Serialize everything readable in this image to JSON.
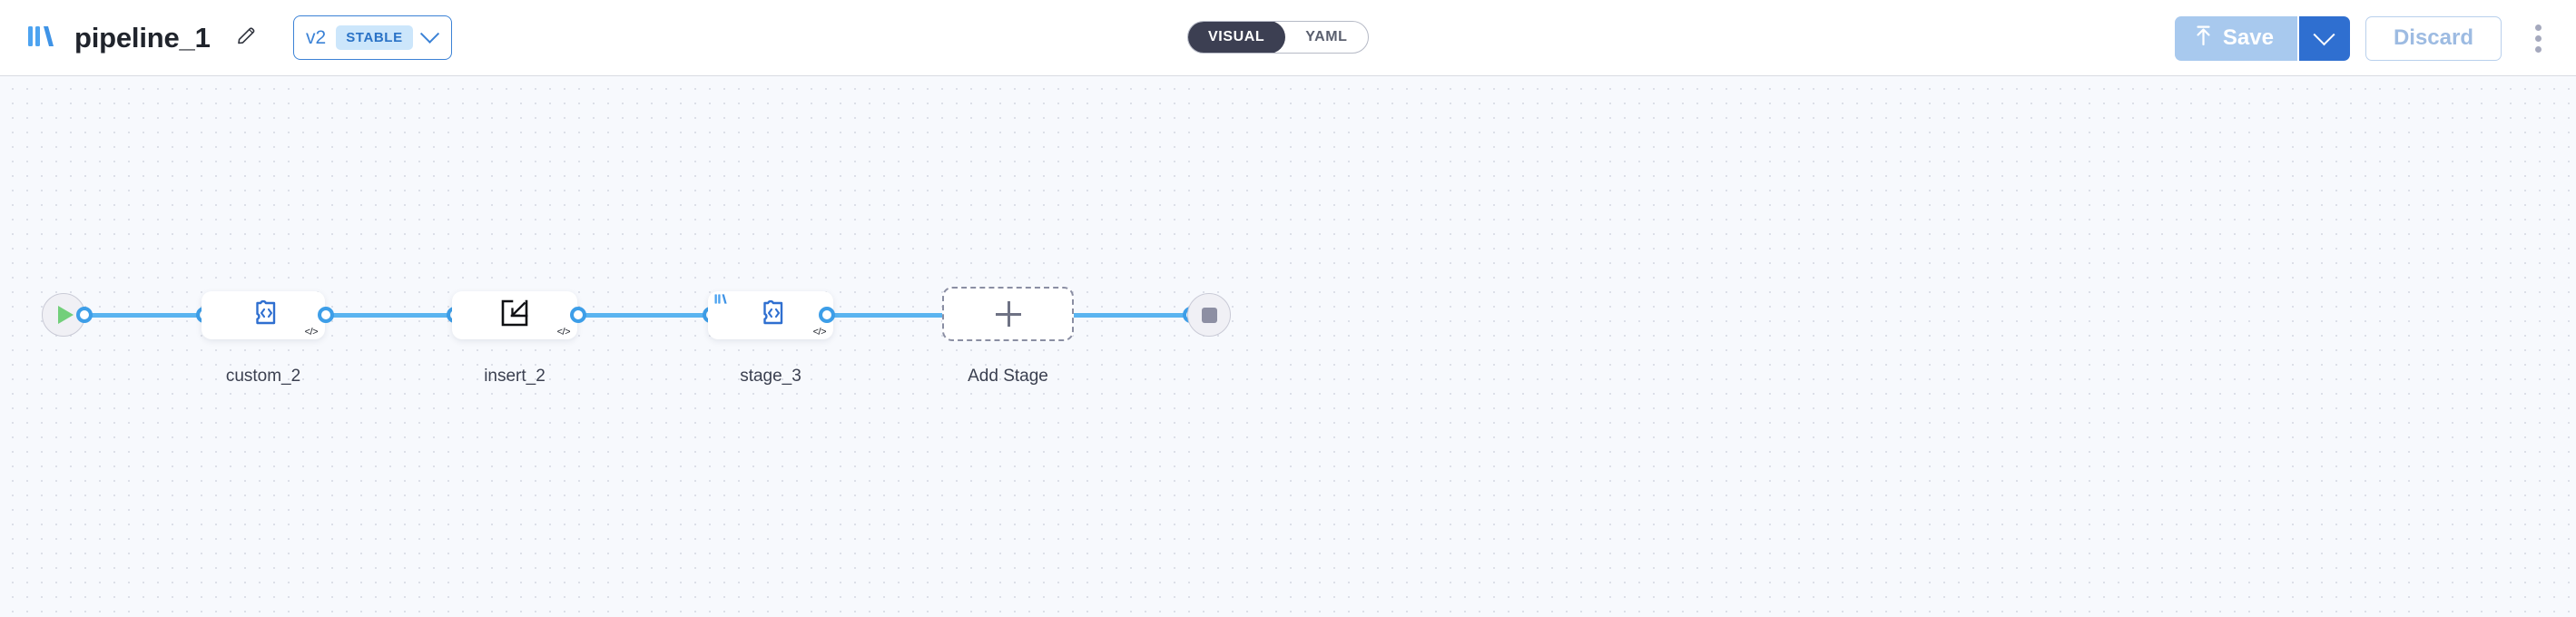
{
  "header": {
    "logo_icon": "pipeline-bars-logo",
    "title": "pipeline_1",
    "edit_icon": "pencil-icon",
    "version": {
      "label": "v2",
      "badge": "STABLE",
      "chevron_icon": "chevron-down-icon"
    },
    "view_toggle": {
      "options": [
        "VISUAL",
        "YAML"
      ],
      "selected": "VISUAL",
      "visual_label": "VISUAL",
      "yaml_label": "YAML"
    },
    "actions": {
      "save_label": "Save",
      "save_icon": "upload-arrow-icon",
      "save_enabled": false,
      "save_caret_icon": "chevron-down-icon",
      "discard_label": "Discard",
      "more_icon": "kebab-menu-icon"
    },
    "colors": {
      "accent_blue": "#2f6fd0",
      "save_disabled": "#a8c9ee",
      "toggle_active_bg": "#3c3f52",
      "badge_bg": "#cce6fb",
      "badge_text": "#2a72c6"
    }
  },
  "canvas": {
    "background": "#f7f9fd",
    "dot_color": "#dcdfe8",
    "edge_color": "#5ab4f0",
    "start_node": {
      "name": "start",
      "icon": "play-icon"
    },
    "end_node": {
      "name": "end",
      "icon": "stop-icon"
    },
    "stages": [
      {
        "label": "custom_2",
        "icon": "puzzle-code-icon",
        "code_badge": "</>",
        "logo_badge": false
      },
      {
        "label": "insert_2",
        "icon": "insert-import-icon",
        "code_badge": "</>",
        "logo_badge": false
      },
      {
        "label": "stage_3",
        "icon": "puzzle-code-icon",
        "code_badge": "</>",
        "logo_badge": true
      }
    ],
    "add_stage": {
      "label": "Add Stage",
      "icon": "plus-icon"
    }
  }
}
